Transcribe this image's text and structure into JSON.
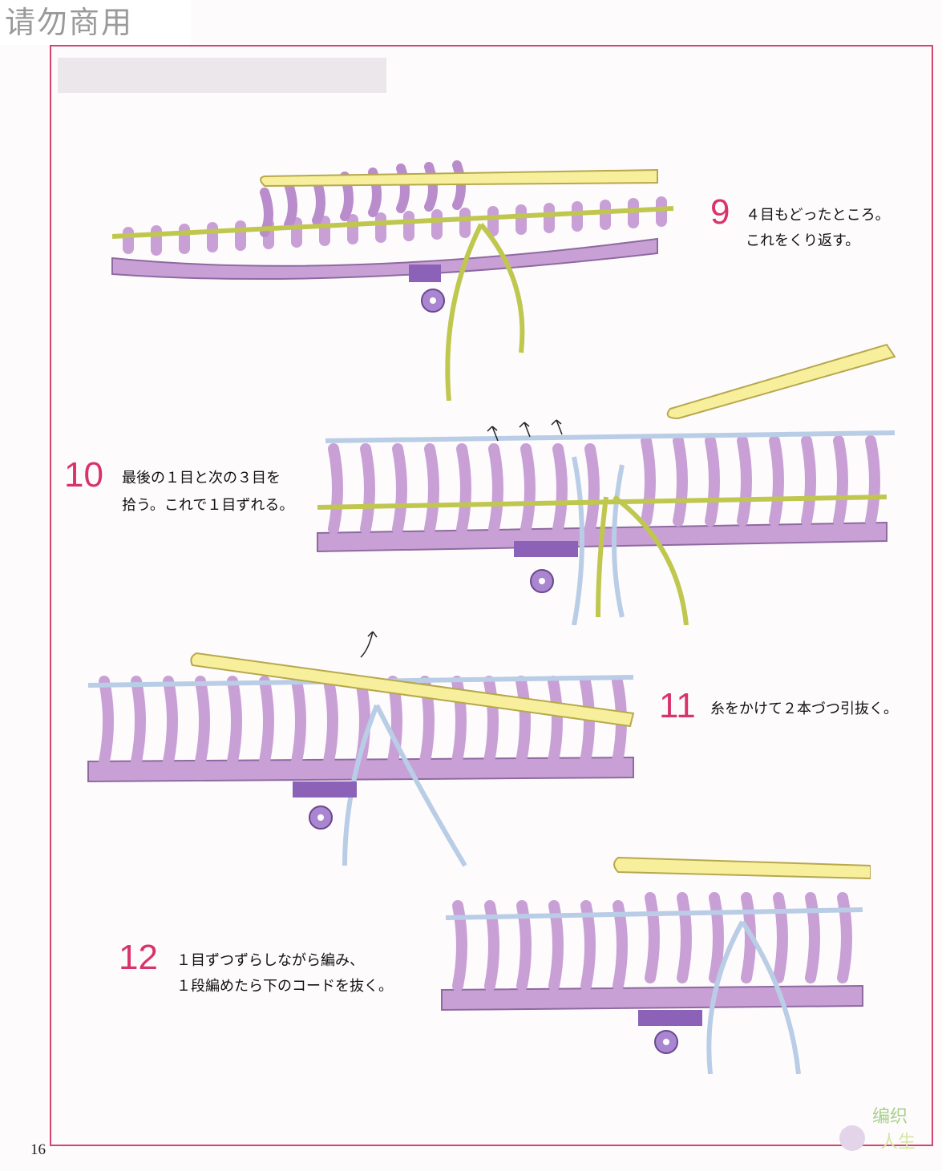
{
  "watermark": {
    "text": "请勿商用"
  },
  "steps": [
    {
      "number": "9",
      "lines": [
        "４目もどったところ。",
        "これをくり返す。"
      ]
    },
    {
      "number": "10",
      "lines": [
        "最後の１目と次の３目を",
        "拾う。これで１目ずれる。"
      ]
    },
    {
      "number": "11",
      "lines": [
        "糸をかけて２本づつ引抜く。"
      ]
    },
    {
      "number": "12",
      "lines": [
        "１目ずつずらしながら編み、",
        "１段編めたら下のコードを抜く。"
      ]
    }
  ],
  "page": {
    "number": "16"
  },
  "logo": {
    "text": "编织人生"
  },
  "colors": {
    "frame": "#d5436f",
    "step_number": "#d8336a",
    "yarn": "#c9a0d6",
    "hook": "#f7ef9c",
    "cord_green": "#bfc74f",
    "cord_blue": "#b9cde6",
    "clip": "#8b62b8"
  }
}
